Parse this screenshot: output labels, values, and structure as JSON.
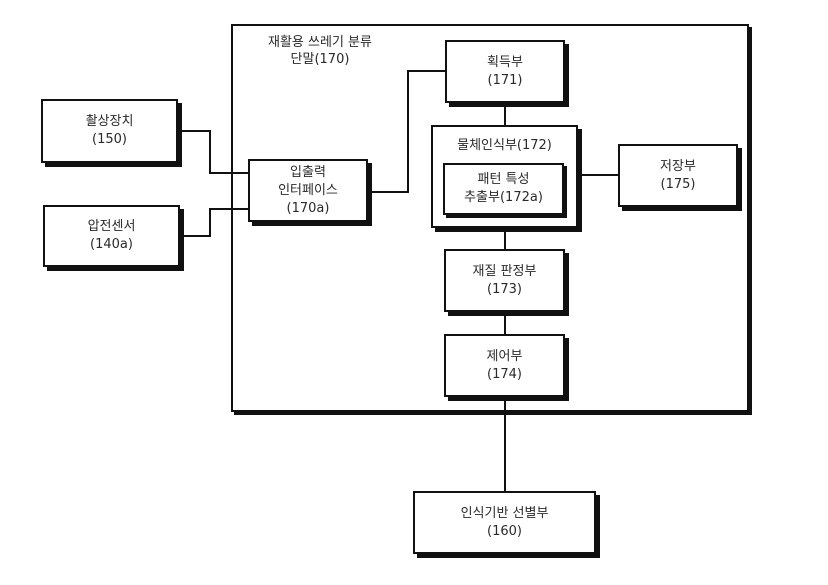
{
  "diagram": {
    "terminal": {
      "title_line1": "재활용 쓰레기 분류",
      "title_line2": "단말(170)"
    },
    "blocks": {
      "camera": {
        "name": "촬상장치",
        "ref": "(150)"
      },
      "pressure_sensor": {
        "name": "압전센서",
        "ref": "(140a)"
      },
      "io_interface": {
        "name_line1": "입출력",
        "name_line2": "인터페이스",
        "ref": "(170a)"
      },
      "acquisition": {
        "name": "획득부",
        "ref": "(171)"
      },
      "object_recognition": {
        "label": "물체인식부(172)"
      },
      "pattern_extraction": {
        "name_line1": "패턴 특성",
        "name_line2": "추출부(172a)"
      },
      "storage": {
        "name": "저장부",
        "ref": "(175)"
      },
      "material_judgement": {
        "name": "재질 판정부",
        "ref": "(173)"
      },
      "control": {
        "name": "제어부",
        "ref": "(174)"
      },
      "sorting": {
        "name": "인식기반 선별부",
        "ref": "(160)"
      }
    }
  }
}
